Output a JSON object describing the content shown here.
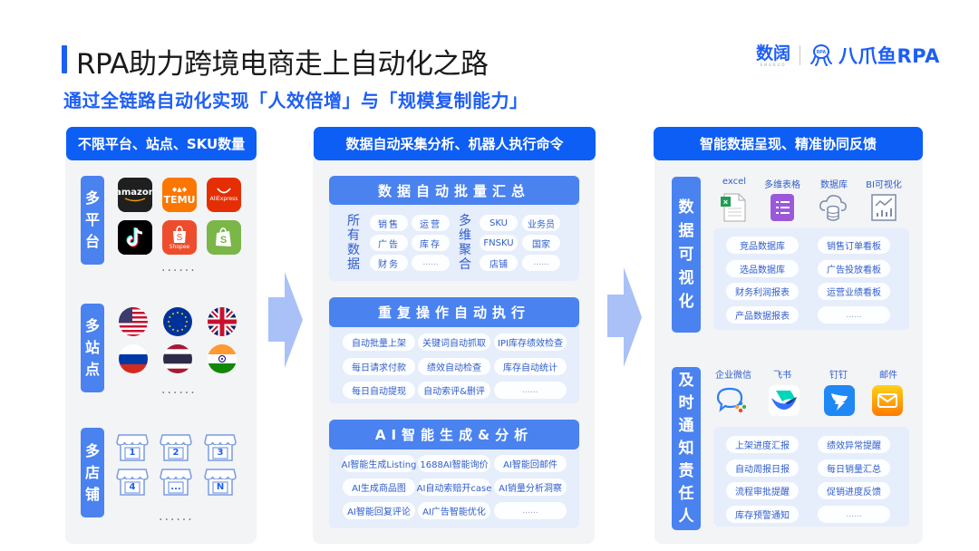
{
  "header": {
    "title": "RPA助力跨境电商走上自动化之路",
    "subtitle": "通过全链路自动化实现「人效倍增」与「规模复制能力」",
    "accent_color": "#1d5ef5"
  },
  "logo": {
    "brand_primary": "数阔",
    "brand_primary_sub": "SHUKUO",
    "brand_secondary": "八爪鱼RPA",
    "octopus_badge": "RPA"
  },
  "panels": {
    "left": {
      "header": "不限平台、站点、SKU数量",
      "sections": [
        {
          "label": "多平台",
          "label_chars": [
            "多",
            "平",
            "台"
          ],
          "items": [
            {
              "name": "amazon",
              "text": "amazon",
              "color": "#1f1f1f"
            },
            {
              "name": "temu",
              "text": "TEMU",
              "color": "#fb7701"
            },
            {
              "name": "aliexpress",
              "text": "AliExpress",
              "color": "#e62e04"
            },
            {
              "name": "tiktok",
              "text": "",
              "color": "#000000"
            },
            {
              "name": "shopee",
              "text": "Shopee",
              "color": "#ee4d2d"
            },
            {
              "name": "shopify",
              "text": "S",
              "color": "#7ab648"
            }
          ],
          "more": "......"
        },
        {
          "label": "多站点",
          "label_chars": [
            "多",
            "站",
            "点"
          ],
          "items": [
            {
              "name": "usa"
            },
            {
              "name": "eu"
            },
            {
              "name": "uk"
            },
            {
              "name": "russia"
            },
            {
              "name": "thailand"
            },
            {
              "name": "india"
            }
          ],
          "more": "......"
        },
        {
          "label": "多店铺",
          "label_chars": [
            "多",
            "店",
            "铺"
          ],
          "items": [
            "1",
            "2",
            "3",
            "4",
            "...",
            "N"
          ],
          "more": "......"
        }
      ]
    },
    "middle": {
      "header": "数据自动采集分析、机器人执行命令",
      "boxes": [
        {
          "title": "数据自动批量汇总",
          "group_a_label": [
            "所",
            "有",
            "数",
            "据"
          ],
          "group_a": [
            "销售",
            "运营",
            "广告",
            "库存",
            "财务",
            "......"
          ],
          "group_b_label": [
            "多",
            "维",
            "聚",
            "合"
          ],
          "group_b": [
            "SKU",
            "业务员",
            "FNSKU",
            "国家",
            "店铺",
            "......"
          ]
        },
        {
          "title": "重复操作自动执行",
          "items": [
            "自动批量上架",
            "关键词自动抓取",
            "IPI库存绩效检查",
            "每日请求付款",
            "绩效自动检查",
            "库存自动统计",
            "每日自动提现",
            "自动索评&删评",
            "......"
          ]
        },
        {
          "title": "AI智能生成&分析",
          "items": [
            "AI智能生成Listing",
            "1688AI智能询价",
            "AI智能回邮件",
            "AI生成商品图",
            "AI自动索赔开case",
            "AI销量分析洞察",
            "AI智能回复评论",
            "AI广告智能优化",
            "......"
          ]
        }
      ]
    },
    "right": {
      "header": "智能数据呈现、精准协同反馈",
      "visualization": {
        "label_chars": [
          "数",
          "据",
          "可",
          "视",
          "化"
        ],
        "tools": [
          "excel",
          "多维表格",
          "数据库",
          "BI可视化"
        ],
        "items": [
          "竞品数据库",
          "销售订单看板",
          "选品数据库",
          "广告投放看板",
          "财务利润报表",
          "运营业绩看板",
          "产品数据报表",
          "......"
        ]
      },
      "notification": {
        "label_chars": [
          "及",
          "时",
          "通",
          "知",
          "责",
          "任",
          "人"
        ],
        "tools": [
          "企业微信",
          "飞书",
          "钉钉",
          "邮件"
        ],
        "items": [
          "上架进度汇报",
          "绩效异常提醒",
          "自动周报日报",
          "每日销量汇总",
          "流程审批提醒",
          "促销进度反馈",
          "库存预警通知",
          "......"
        ]
      }
    }
  }
}
